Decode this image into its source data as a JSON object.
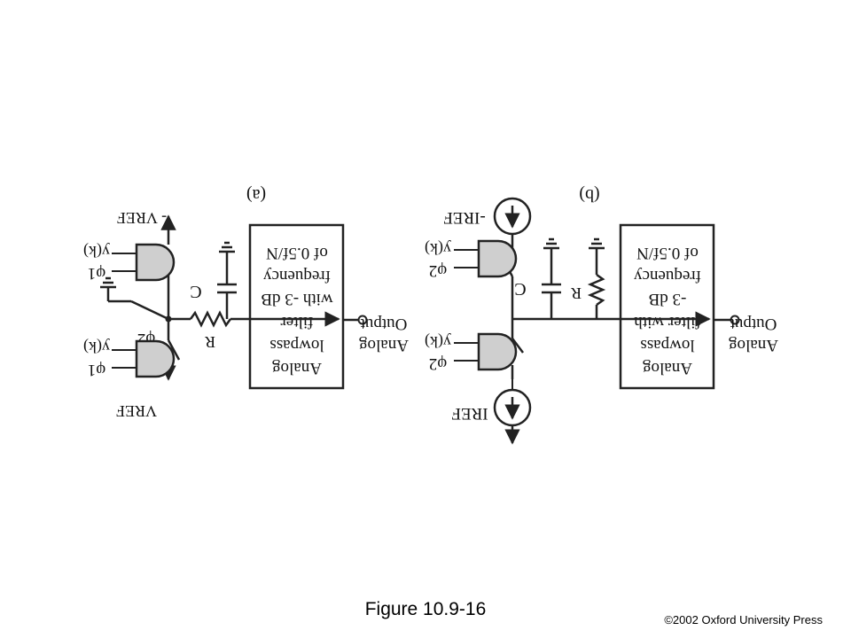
{
  "figure": {
    "caption": "Figure 10.9-16",
    "copyright": "©2002 Oxford University Press"
  },
  "panel_a": {
    "tag": "(a)",
    "block_lines": [
      "Analog",
      "lowpass",
      "filter",
      "with -3 dB",
      "frequency",
      "of 0.5f/N"
    ],
    "output_label": [
      "Analog",
      "Output"
    ],
    "top_rail": "- VREF",
    "bottom_rail": "VREF",
    "top_gate_inputs": [
      "φ1",
      "y(k)"
    ],
    "bottom_gate_inputs": [
      "φ1",
      "y(k)"
    ],
    "ground_switch": "φ2",
    "resistor": "R",
    "capacitor": "C"
  },
  "panel_b": {
    "tag": "(b)",
    "block_lines": [
      "Analog",
      "lowpass",
      "filter with",
      "-3 dB",
      "frequency",
      "of 0.5f/N"
    ],
    "output_label": [
      "Analog",
      "Output"
    ],
    "top_source": "-IREF",
    "bottom_source": "IREF",
    "top_gate_inputs": [
      "φ2",
      "y(k)"
    ],
    "bottom_gate_inputs": [
      "φ2",
      "y(k)"
    ],
    "capacitor": "C",
    "resistor": "R"
  }
}
